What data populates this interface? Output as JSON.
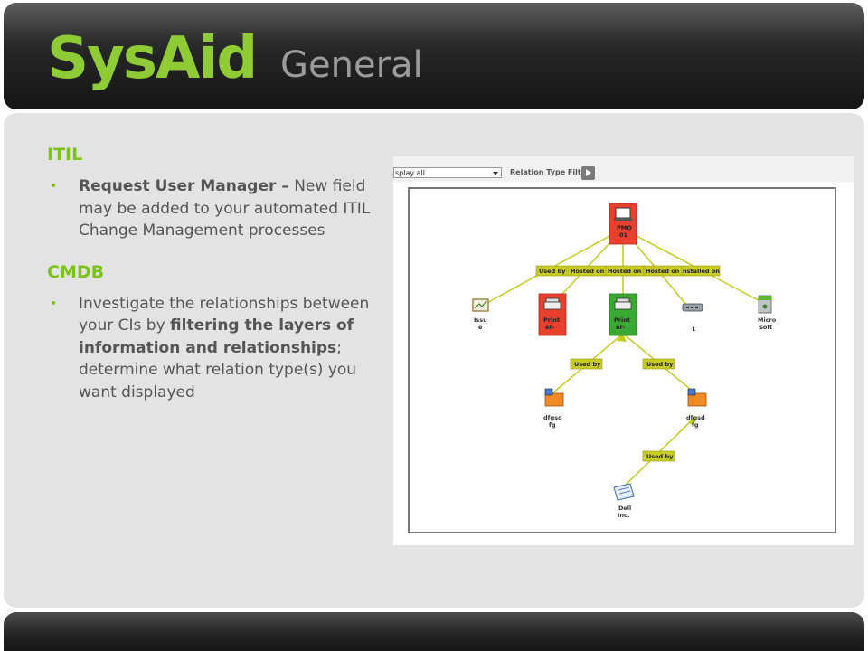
{
  "header": {
    "logo": "SysAid",
    "title": "General"
  },
  "itil": {
    "heading": "ITIL",
    "bullet_bold": "Request User Manager –",
    "bullet_rest": "New field may be added to your automated ITIL Change Management processes"
  },
  "cmdb": {
    "heading": "CMDB",
    "bullet_part1": "Investigate the relationships between your CIs by",
    "bullet_bold": "filtering the layers of information and relationships",
    "bullet_part2": "; determine what relation type(s) you want displayed"
  },
  "screenshot": {
    "select_value": "splay all",
    "filter_label": "Relation Type Filter",
    "nodes": {
      "pm": [
        "PMO",
        "01"
      ],
      "issue": [
        "Issu",
        "e"
      ],
      "printer1": [
        "Print",
        "er-"
      ],
      "printer2": [
        "Print",
        "er-"
      ],
      "switch": [
        "1"
      ],
      "software": [
        "Micro",
        "soft"
      ],
      "dfg1": [
        "dfgsd",
        "fg"
      ],
      "dfg2": [
        "dfgsd",
        "fg"
      ],
      "dell": [
        "Dell",
        "Inc."
      ]
    },
    "edge_labels": {
      "top": [
        "Used by",
        "Hosted on",
        "Hosted on",
        "Hosted on",
        "nstalled on"
      ],
      "mid": [
        "Used by",
        "Used by"
      ],
      "bottom": "Used by"
    }
  },
  "colors": {
    "accent": "#7cc21c",
    "node_red": "#e8402e",
    "node_green": "#3aa932",
    "edge": "#c5cc1a"
  }
}
